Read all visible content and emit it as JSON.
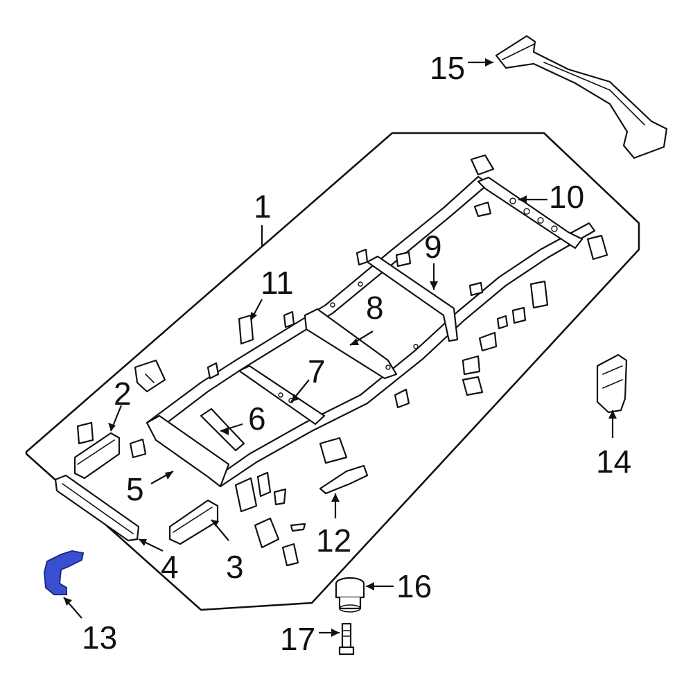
{
  "colors": {
    "line": "#111111",
    "background": "#ffffff",
    "highlight_fill": "#3a4fd0",
    "highlight_stroke": "#1a2a8a"
  },
  "callouts": [
    {
      "id": "1",
      "label": "1"
    },
    {
      "id": "2",
      "label": "2"
    },
    {
      "id": "3",
      "label": "3"
    },
    {
      "id": "4",
      "label": "4"
    },
    {
      "id": "5",
      "label": "5"
    },
    {
      "id": "6",
      "label": "6"
    },
    {
      "id": "7",
      "label": "7"
    },
    {
      "id": "8",
      "label": "8"
    },
    {
      "id": "9",
      "label": "9"
    },
    {
      "id": "10",
      "label": "10"
    },
    {
      "id": "11",
      "label": "11"
    },
    {
      "id": "12",
      "label": "12"
    },
    {
      "id": "13",
      "label": "13",
      "highlighted": true
    },
    {
      "id": "14",
      "label": "14"
    },
    {
      "id": "15",
      "label": "15"
    },
    {
      "id": "16",
      "label": "16"
    },
    {
      "id": "17",
      "label": "17"
    }
  ]
}
